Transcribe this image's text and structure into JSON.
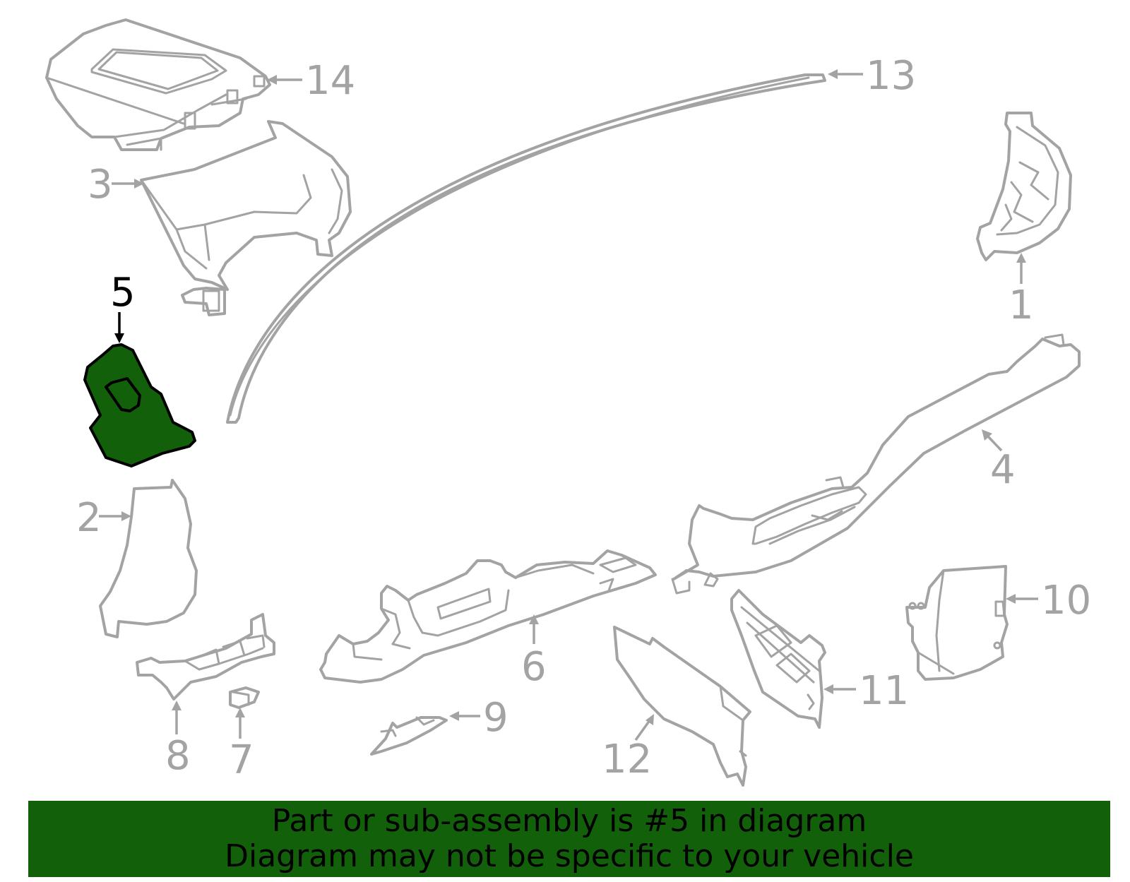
{
  "colors": {
    "highlight": "#12600a",
    "part_stroke": "#a3a3a3",
    "banner": "#12600a",
    "highlight_text": "#000000"
  },
  "highlighted_part": "5",
  "callouts": {
    "p1": "1",
    "p2": "2",
    "p3": "3",
    "p4": "4",
    "p5": "5",
    "p6": "6",
    "p7": "7",
    "p8": "8",
    "p9": "9",
    "p10": "10",
    "p11": "11",
    "p12": "12",
    "p13": "13",
    "p14": "14"
  },
  "banner": {
    "line1": "Part or sub-assembly is #5 in diagram",
    "line2": "Diagram may not be specific to your vehicle"
  }
}
